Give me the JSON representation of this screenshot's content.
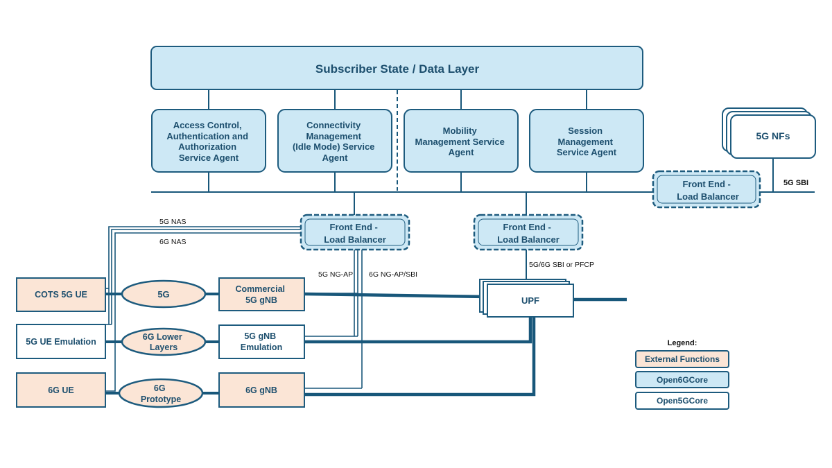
{
  "data_layer": {
    "title": "Subscriber State / Data Layer"
  },
  "agents": [
    {
      "lines": [
        "Access Control,",
        "Authentication and",
        "Authorization",
        "Service Agent"
      ]
    },
    {
      "lines": [
        "Connectivity",
        "Management",
        "(Idle Mode) Service",
        "Agent"
      ]
    },
    {
      "lines": [
        "Mobility",
        "Management Service",
        "Agent"
      ]
    },
    {
      "lines": [
        "Session",
        "Management",
        "Service Agent"
      ]
    }
  ],
  "nfs": {
    "label": "5G NFs",
    "interface": "5G SBI"
  },
  "load_balancers": [
    {
      "lines": [
        "Front End -",
        "Load Balancer"
      ]
    },
    {
      "lines": [
        "Front End -",
        "Load Balancer"
      ]
    },
    {
      "lines": [
        "Front End -",
        "Load Balancer"
      ]
    }
  ],
  "interfaces": {
    "nas_5g": "5G NAS",
    "nas_6g": "6G NAS",
    "ngap_5g": "5G NG-AP",
    "ngap_6g": "6G NG-AP/SBI",
    "upf_if": "5G/6G SBI or PFCP"
  },
  "ues": [
    {
      "label": "COTS 5G UE"
    },
    {
      "label": "5G UE Emulation"
    },
    {
      "label": "6G UE"
    }
  ],
  "radios": [
    {
      "lines": [
        "5G"
      ]
    },
    {
      "lines": [
        "6G Lower",
        "Layers"
      ]
    },
    {
      "lines": [
        "6G",
        "Prototype"
      ]
    }
  ],
  "gnbs": [
    {
      "lines": [
        "Commercial",
        "5G gNB"
      ]
    },
    {
      "lines": [
        "5G gNB",
        "Emulation"
      ]
    },
    {
      "lines": [
        "6G gNB"
      ]
    }
  ],
  "upf": {
    "label": "UPF"
  },
  "legend": {
    "title": "Legend:",
    "items": [
      {
        "label": "External Functions",
        "fill": "#fbe5d6"
      },
      {
        "label": "Open6GCore",
        "fill": "#cde8f5"
      },
      {
        "label": "Open5GCore",
        "fill": "#ffffff"
      }
    ]
  },
  "colors": {
    "stroke": "#1d5b7e",
    "line": "#18577a",
    "blue_fill": "#cde8f5",
    "peach_fill": "#fbe5d6",
    "text": "#1d4f6e"
  }
}
